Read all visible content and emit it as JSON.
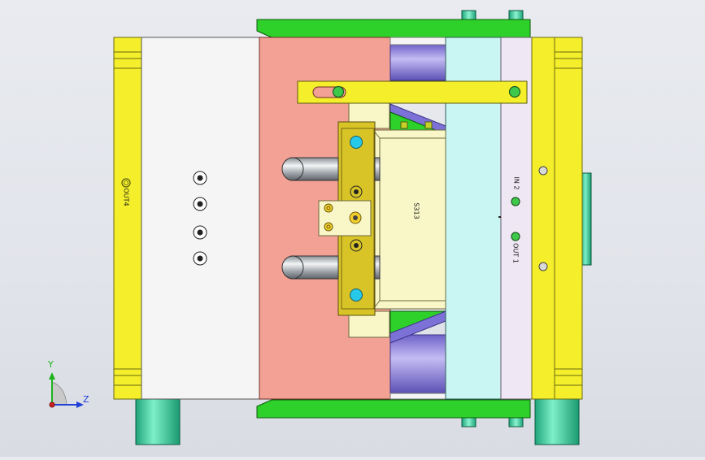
{
  "view": {
    "background": "#e3e6ec"
  },
  "labels": {
    "out4": "OUT4",
    "in2": "IN 2",
    "out1": "OUT 1",
    "part_id": "S313"
  },
  "triad": {
    "y": "Y",
    "z": "Z"
  },
  "colors": {
    "plate_yellow": "#f4ef2a",
    "plate_white": "#f5f5f5",
    "cavity_salmon": "#f4a195",
    "clamp_green": "#2ed12a",
    "plate_cyan": "#c9f5f3",
    "plate_lavender": "#efe7f3",
    "insert_cream": "#f9f7c8",
    "slider_olive": "#d8c427",
    "guide_purple": "#9a8ee2",
    "leader_teal": "#35d49c"
  }
}
